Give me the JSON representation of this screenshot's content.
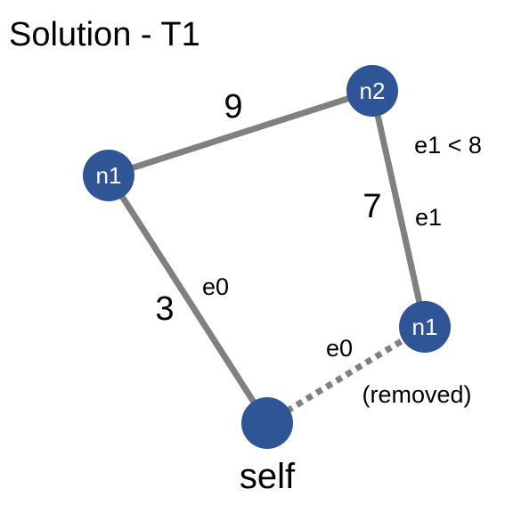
{
  "title": "Solution - T1",
  "colors": {
    "node": "#2f5597",
    "edge": "#808080",
    "text": "#000000",
    "node_text": "#ffffff"
  },
  "nodes": {
    "n1_left": {
      "label": "n1"
    },
    "n2": {
      "label": "n2"
    },
    "n1_right": {
      "label": "n1"
    },
    "self": {
      "label": "self"
    }
  },
  "edges": {
    "n1_n2": {
      "weight": "9"
    },
    "n2_n1": {
      "weight": "7",
      "label": "e1",
      "condition": "e1 < 8"
    },
    "n1_self": {
      "weight": "3",
      "label": "e0"
    },
    "self_n1": {
      "label": "e0",
      "note": "(removed)",
      "style": "dotted"
    }
  }
}
